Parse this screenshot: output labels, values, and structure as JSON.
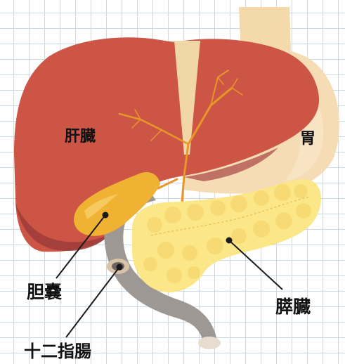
{
  "labels": {
    "liver": "肝臓",
    "stomach": "胃",
    "gallbladder": "胆嚢",
    "pancreas": "膵臓",
    "duodenum": "十二指腸"
  },
  "colors": {
    "grid_line": "#c9dbe9",
    "liver": "#cc5545",
    "liver_shadow": "#9a3a38",
    "stomach": "#f5dcb5",
    "esophagus": "#f4d9ab",
    "gallbladder": "#f0b232",
    "pancreas": "#fbe688",
    "duodenum": "#9e9894",
    "bile_duct": "#e8962a",
    "leader_line": "#1a1a1a"
  }
}
